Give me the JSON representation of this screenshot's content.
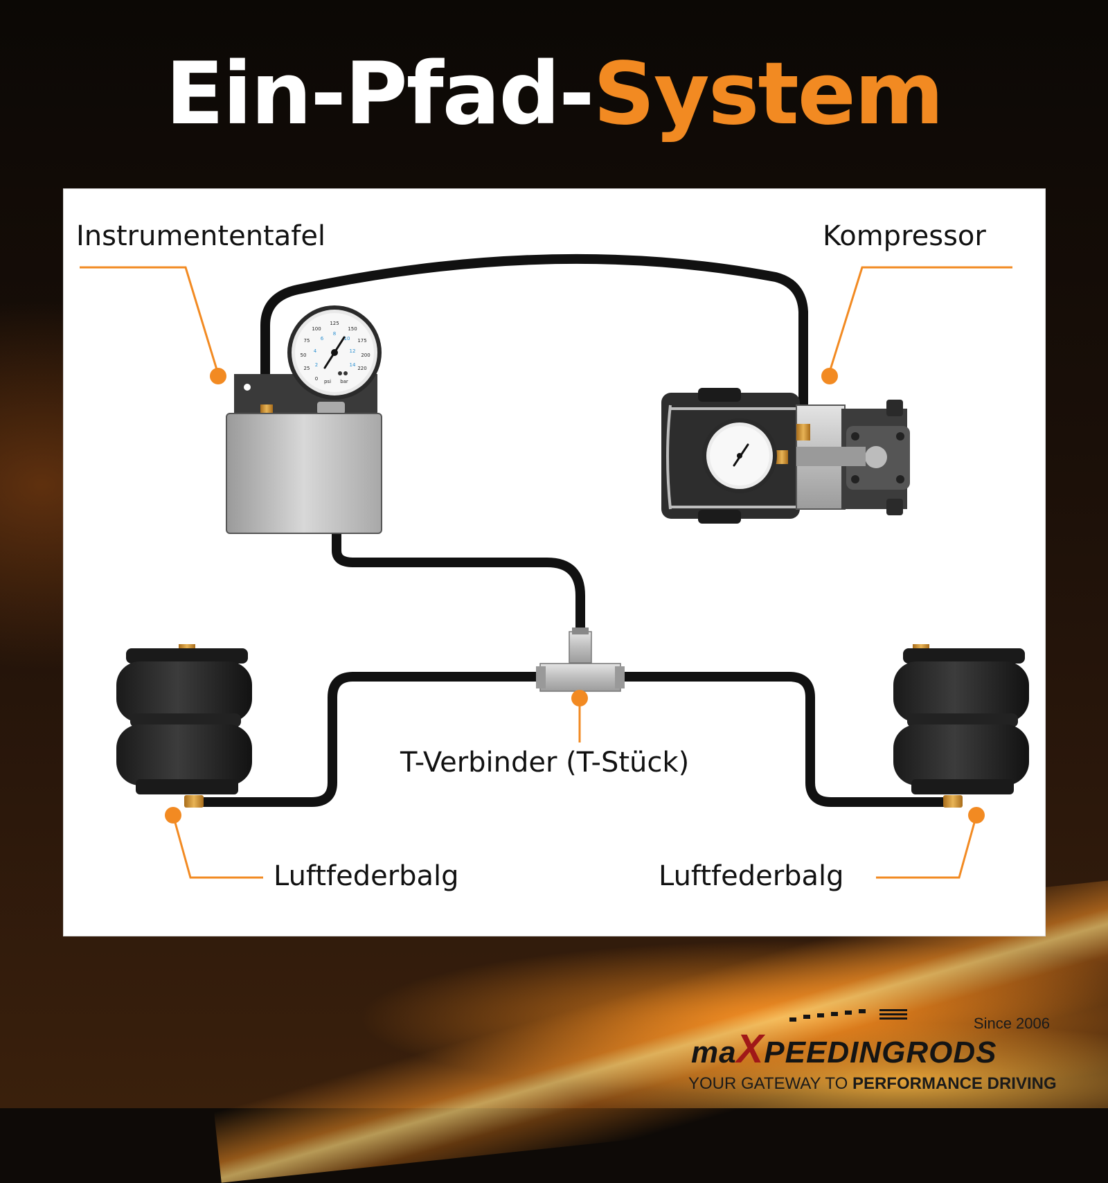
{
  "title": {
    "part1": "Ein-Pfad-",
    "part2": "System"
  },
  "labels": {
    "panel": "Instrumententafel",
    "compressor": "Kompressor",
    "tee": "T-Verbinder (T-Stück)",
    "bag_left": "Luftfederbalg",
    "bag_right": "Luftfederbalg"
  },
  "gauge": {
    "psi_ticks": [
      "0",
      "25",
      "50",
      "75",
      "100",
      "125",
      "150",
      "175",
      "200",
      "220"
    ],
    "bar_ticks": [
      "2",
      "4",
      "6",
      "8",
      "10",
      "12",
      "14"
    ],
    "unit_psi": "psi",
    "unit_bar": "bar"
  },
  "brand": {
    "since": "Since 2006",
    "name_prefix": "ma",
    "name_x": "X",
    "name_suffix": "PEEDINGRODS",
    "tagline_normal": "YOUR GATEWAY TO ",
    "tagline_bold": "PERFORMANCE DRIVING"
  },
  "colors": {
    "accent": "#f28a22",
    "hose": "#111111",
    "panel_bg": "#ffffff"
  }
}
